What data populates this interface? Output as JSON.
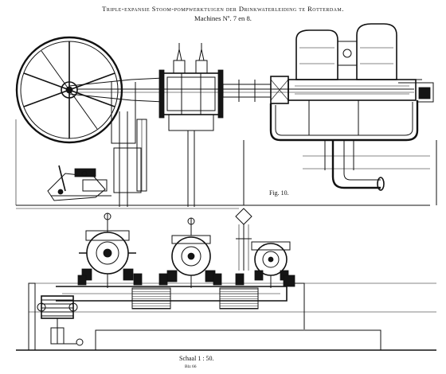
{
  "plate": {
    "title": "Triple-expansie Stoom-pompwerktuigen der Drinkwaterleiding te Rotterdam.",
    "subtitle": "Machines Nº. 7 en 8.",
    "figure_label": "Fig. 10.",
    "scale_label": "Schaal 1 : 50.",
    "plate_number": "Blz 66"
  }
}
